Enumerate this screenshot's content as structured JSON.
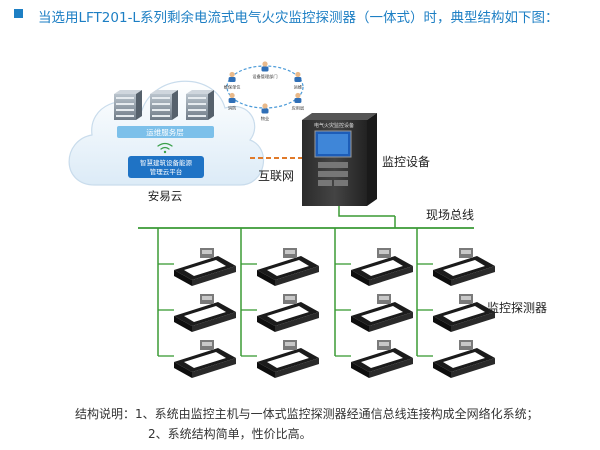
{
  "heading": "当选用LFT201-L系列剩余电流式电气火灾监控探测器（一体式）时，典型结构如下图：",
  "cloud": {
    "name": "安易云",
    "ops_layer": "运维服务层",
    "platform": "智慧建筑设备能源管理云平台",
    "server_count": 3,
    "clients": [
      "设备管理部门",
      "运维",
      "应用层",
      "物业",
      "消防",
      "维保单位"
    ]
  },
  "monitor": {
    "label": "监控设备",
    "screen_title": "电气火灾监控设备"
  },
  "internet_label": "互联网",
  "bus_label": "现场总线",
  "detector_label": "监控探测器",
  "detector_grid": {
    "columns": 4,
    "rows": 3
  },
  "notes": {
    "prefix": "结构说明：",
    "item1": "1、系统由监控主机与一体式监控探测器经通信总线连接构成全网络化系统；",
    "item2": "2、系统结构简单，性价比高。"
  },
  "colors": {
    "heading": "#1d7fc4",
    "bus": "#3a9a34",
    "internet_link": "#e07a2a",
    "ops_bar": "#7cc0ea",
    "platform_box": "#1f73c5",
    "cloud": "#eef5fb"
  }
}
